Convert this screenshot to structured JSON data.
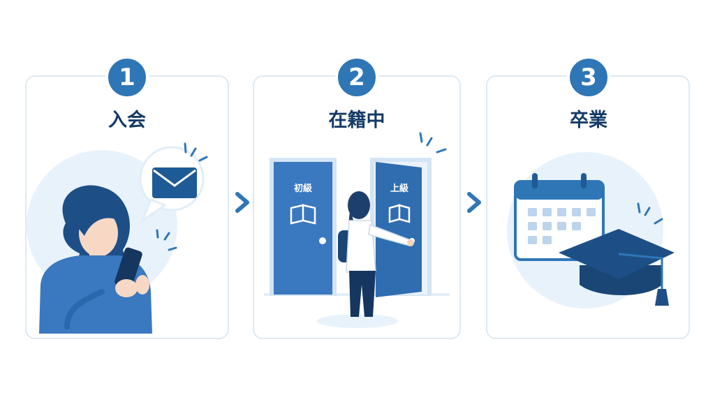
{
  "steps": [
    {
      "number": "1",
      "label": "入会"
    },
    {
      "number": "2",
      "label": "在籍中",
      "door_left_label": "初級",
      "door_right_label": "上級"
    },
    {
      "number": "3",
      "label": "卒業"
    }
  ],
  "colors": {
    "primary": "#2f76b6",
    "dark": "#143a66",
    "light_bg": "#e8f2fb",
    "card_border": "#dde9f3"
  },
  "icons": [
    "envelope-icon",
    "phone-icon",
    "book-icon",
    "calendar-icon",
    "graduation-cap-icon",
    "chevron-right-icon"
  ]
}
